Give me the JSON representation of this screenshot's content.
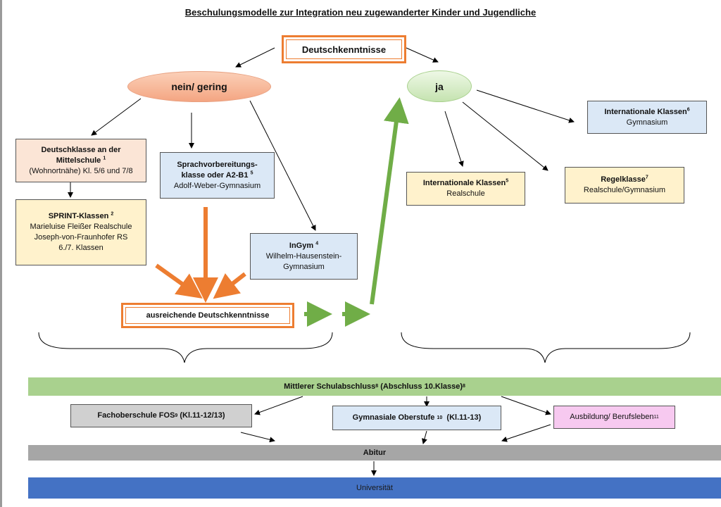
{
  "title": "Beschulungsmodelle zur Integration neu zugewanderter Kinder und Jugendliche",
  "root": "Deutschkenntnisse",
  "no_branch": "nein/ gering",
  "yes_branch": "ja",
  "deutschklasse": {
    "line1": "Deutschklasse an der",
    "line2": "Mittelschule",
    "sup": "1",
    "line3": "(Wohnortnähe) Kl. 5/6 und 7/8"
  },
  "sprachvorbereitung": {
    "line1": "Sprachvorbereitungs-",
    "line2": "klasse oder A2-B1",
    "sup": "5",
    "line3": "Adolf-Weber-Gymnasium"
  },
  "sprint": {
    "line1": "SPRINT-Klassen",
    "sup": "2",
    "line2": "Marieluise Fleißer Realschule",
    "line3": "Joseph-von-Fraunhofer RS",
    "line4": "6./7. Klassen"
  },
  "ingym": {
    "line1": "InGym",
    "sup": "4",
    "line2": "Wilhelm-Hausenstein-",
    "line3": "Gymnasium"
  },
  "ausreichend": "ausreichende Deutschkenntnisse",
  "int_gym": {
    "line1": "Internationale Klassen",
    "sup": "6",
    "line2": "Gymnasium"
  },
  "int_rs": {
    "line1": "Internationale Klassen",
    "sup": "5",
    "line2": "Realschule"
  },
  "regelklasse": {
    "line1": "Regelklasse",
    "sup": "7",
    "line2": "Realschule/Gymnasium"
  },
  "msa": {
    "text1": "Mittlerer Schulabschluss",
    "sup1": "8",
    "text2": " (Abschluss 10.Klasse)",
    "sup2": "8"
  },
  "fos": {
    "text1": "Fachoberschule FOS",
    "sup": "9",
    "text2": " (Kl.11-12/13)"
  },
  "oberstufe": {
    "text1": "Gymnasiale Oberstufe",
    "sup": "10",
    "text2": "  (Kl.11-13)"
  },
  "ausbildung": {
    "text1": "Ausbildung/ Berufsleben",
    "sup": "11"
  },
  "abitur": "Abitur",
  "universitaet": "Universität",
  "colors": {
    "orange": "#ed7d31",
    "green": "#70ad47",
    "msa_band": "#a9d18e",
    "abitur_band": "#a6a6a6",
    "uni_band": "#4472c4"
  }
}
